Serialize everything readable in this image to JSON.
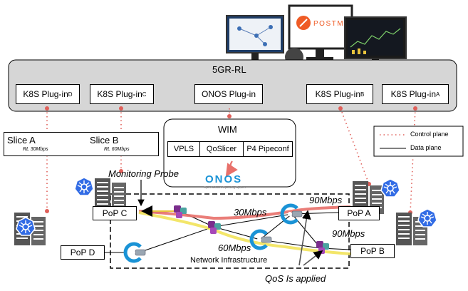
{
  "top_apps": {
    "postman_text": "POSTMAN"
  },
  "rl": {
    "title": "5GR-RL",
    "plugins": [
      {
        "label": "K8S Plug-in",
        "sup": "D"
      },
      {
        "label": "K8S Plug-in",
        "sup": "C"
      },
      {
        "label": "ONOS Plug-in",
        "sup": ""
      },
      {
        "label": "K8S Plug-in",
        "sup": "B"
      },
      {
        "label": "K8S Plug-in",
        "sup": "A"
      }
    ]
  },
  "wim": {
    "title": "WIM",
    "modules": [
      "VPLS",
      "QoSlicer",
      "P4 Pipeconf"
    ],
    "onos_logo": "ONOS",
    "onos_tagline": "Open Network Operating System"
  },
  "slices": [
    {
      "name": "Slice A",
      "rl": "RL 30Mbps",
      "color": "#e8706a"
    },
    {
      "name": "Slice B",
      "rl": "RL 60Mbps",
      "color": "#f2e35a"
    }
  ],
  "legend": [
    {
      "label": "Control plane",
      "style": "dotted",
      "color": "#e0605a"
    },
    {
      "label": "Data plane",
      "style": "solid",
      "color": "#000000"
    }
  ],
  "monitoring_probe": "Monitoring Probe",
  "pops": [
    "PoP C",
    "PoP A",
    "PoP D",
    "PoP B"
  ],
  "rates": [
    "90Mbps",
    "30Mbps",
    "90Mbps",
    "60Mbps"
  ],
  "network_label": "Network Infrastructure",
  "qos_label": "QoS Is applied",
  "colors": {
    "panel": "#d6d6d6",
    "k8s_blue": "#326ce5",
    "onos_blue": "#1a93d6",
    "p4_purple": "#7a2d8c"
  },
  "icons": [
    "monitor-topology-icon",
    "postman-icon",
    "monitor-dashboard-icon",
    "user-icon",
    "kubernetes-icon",
    "server-rack-icon",
    "onos-switch-icon",
    "p4-switch-icon"
  ]
}
